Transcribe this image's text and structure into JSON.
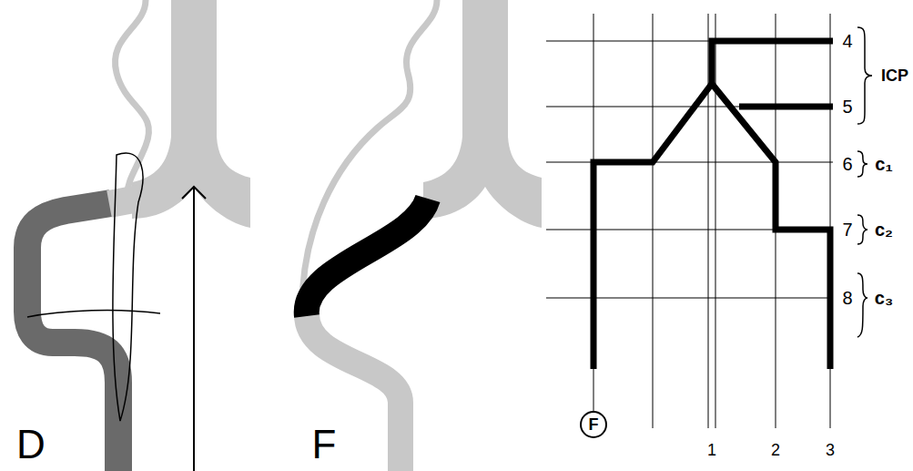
{
  "diagram": {
    "nodes": [
      {
        "text": [
          "F"
        ]
      }
    ],
    "labels": [
      "D",
      "F",
      "4",
      "5",
      "ICP",
      "6",
      "c₁",
      "7",
      "c₂",
      "8",
      "c₃",
      "1",
      "2",
      "3"
    ]
  }
}
